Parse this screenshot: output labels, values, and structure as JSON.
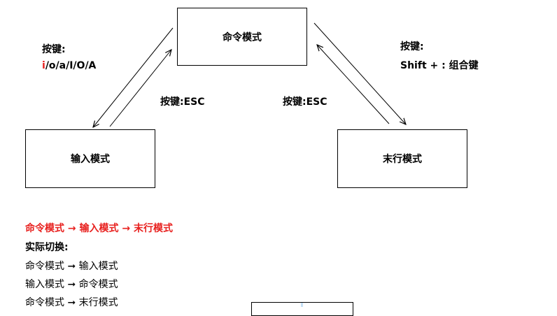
{
  "diagram": {
    "command_mode": "命令模式",
    "insert_mode": "输入模式",
    "last_line_mode": "末行模式",
    "left_key_label": "按键:",
    "left_key_first_char": "i",
    "left_key_rest": "/o/a/I/O/A",
    "esc_left": "按键:ESC",
    "esc_right": "按键:ESC",
    "right_key_label": "按键:",
    "right_key_combo": "Shift + : 组合键"
  },
  "notes": {
    "flow": "命令模式 → 输入模式 →  末行模式",
    "heading": "实际切换:",
    "lines": [
      "命令模式 ➞ 输入模式",
      "输入模式 ➞ 命令模式",
      "命令模式 ➞ 末行模式"
    ]
  },
  "colors": {
    "accent_red": "#e8211f",
    "line": "#000000",
    "cursor": "#c6e0f5"
  }
}
